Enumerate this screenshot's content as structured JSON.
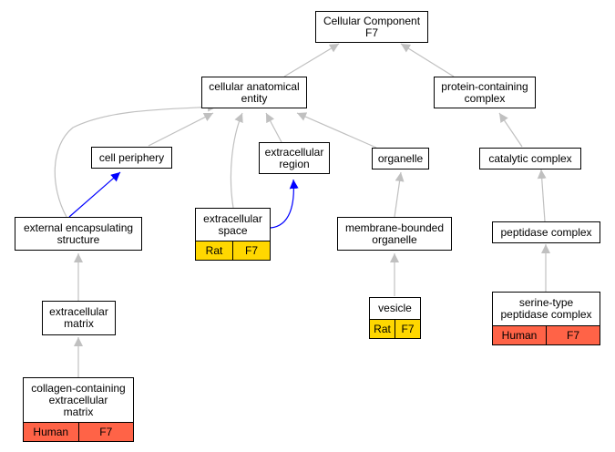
{
  "colors": {
    "edge": "#c0c0c0",
    "highlight_edge": "#0000ff",
    "rat_badge": "#ffd700",
    "human_badge": "#ff6347"
  },
  "nodes": {
    "cellular_component": {
      "label": "Cellular Component\nF7"
    },
    "cellular_anatomical_entity": {
      "label": "cellular anatomical\nentity"
    },
    "protein_containing_complex": {
      "label": "protein-containing\ncomplex"
    },
    "cell_periphery": {
      "label": "cell periphery"
    },
    "extracellular_region": {
      "label": "extracellular\nregion"
    },
    "organelle": {
      "label": "organelle"
    },
    "catalytic_complex": {
      "label": "catalytic complex"
    },
    "external_encapsulating_structure": {
      "label": "external encapsulating\nstructure"
    },
    "extracellular_space": {
      "label": "extracellular\nspace",
      "species": "Rat",
      "gene": "F7"
    },
    "membrane_bounded_organelle": {
      "label": "membrane-bounded\norganelle"
    },
    "peptidase_complex": {
      "label": "peptidase complex"
    },
    "extracellular_matrix": {
      "label": "extracellular\nmatrix"
    },
    "vesicle": {
      "label": "vesicle",
      "species": "Rat",
      "gene": "F7"
    },
    "serine_type_peptidase_complex": {
      "label": "serine-type\npeptidase complex",
      "species": "Human",
      "gene": "F7"
    },
    "collagen_containing_ecm": {
      "label": "collagen-containing\nextracellular\nmatrix",
      "species": "Human",
      "gene": "F7"
    }
  }
}
